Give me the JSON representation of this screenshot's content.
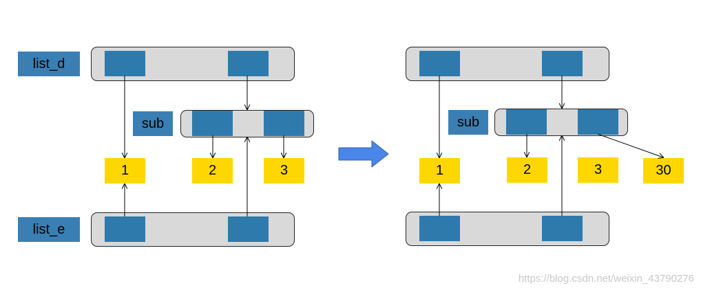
{
  "left": {
    "list_d_label": "list_d",
    "sub_label": "sub",
    "list_e_label": "list_e",
    "values": [
      "1",
      "2",
      "3"
    ]
  },
  "right": {
    "sub_label": "sub",
    "values": [
      "1",
      "2",
      "3",
      "30"
    ]
  },
  "watermark": "https://blog.csdn.net/weixin_43790276",
  "colors": {
    "label_fill": "#3a7fb3",
    "cell_fill": "#2e7aad",
    "bar_fill": "#d9d9d9",
    "value_fill": "#ffd700",
    "transition_arrow": "#4a86e8"
  }
}
